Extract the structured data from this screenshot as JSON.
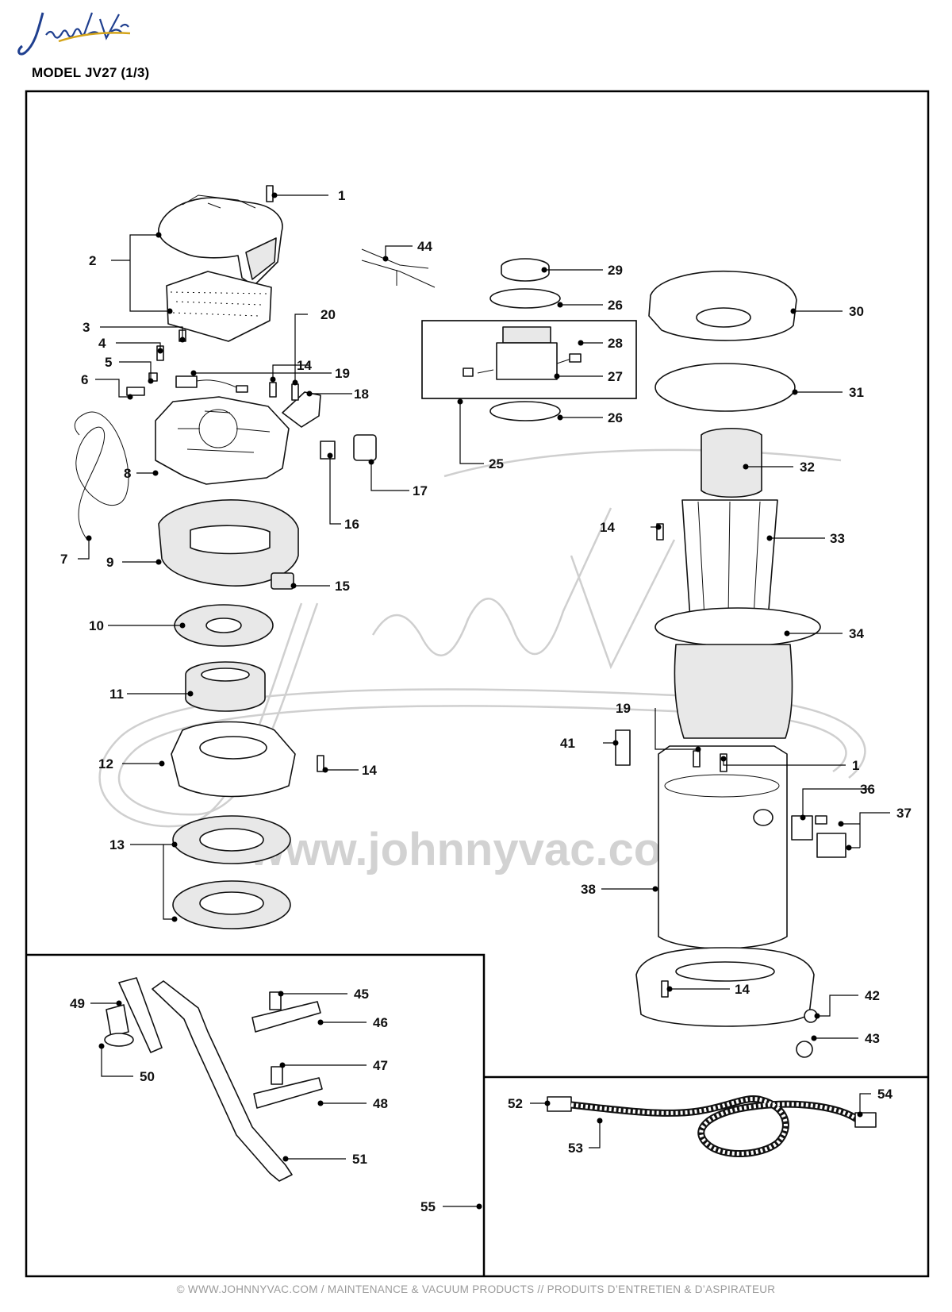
{
  "brand": {
    "logo_text": "Johnny Vac",
    "logo_color": "#1f3f8f",
    "logo_accent": "#d4a419"
  },
  "header": {
    "title": "MODEL JV27 (1/3)"
  },
  "watermark": {
    "site": "www.johnnyvac.com"
  },
  "footer": {
    "text": "© WWW.JOHNNYVAC.COM / MAINTENANCE & VACUUM PRODUCTS  //  PRODUITS D’ENTRETIEN & D’ASPIRATEUR"
  },
  "callouts": {
    "c1": "1",
    "c2": "2",
    "c3": "3",
    "c4": "4",
    "c5": "5",
    "c6": "6",
    "c7": "7",
    "c8": "8",
    "c9": "9",
    "c10": "10",
    "c11": "11",
    "c12": "12",
    "c13": "13",
    "c14a": "14",
    "c14b": "14",
    "c14c": "14",
    "c14d": "14",
    "c15": "15",
    "c16": "16",
    "c17": "17",
    "c18": "18",
    "c19a": "19",
    "c19b": "19",
    "c20": "20",
    "c25": "25",
    "c26a": "26",
    "c26b": "26",
    "c27": "27",
    "c28": "28",
    "c29": "29",
    "c30": "30",
    "c31": "31",
    "c32": "32",
    "c33": "33",
    "c34": "34",
    "c1b": "1",
    "c36": "36",
    "c37": "37",
    "c38": "38",
    "c41": "41",
    "c42": "42",
    "c43": "43",
    "c44": "44",
    "c45": "45",
    "c46": "46",
    "c47": "47",
    "c48": "48",
    "c49": "49",
    "c50": "50",
    "c51": "51",
    "c52": "52",
    "c53": "53",
    "c54": "54",
    "c55": "55"
  }
}
